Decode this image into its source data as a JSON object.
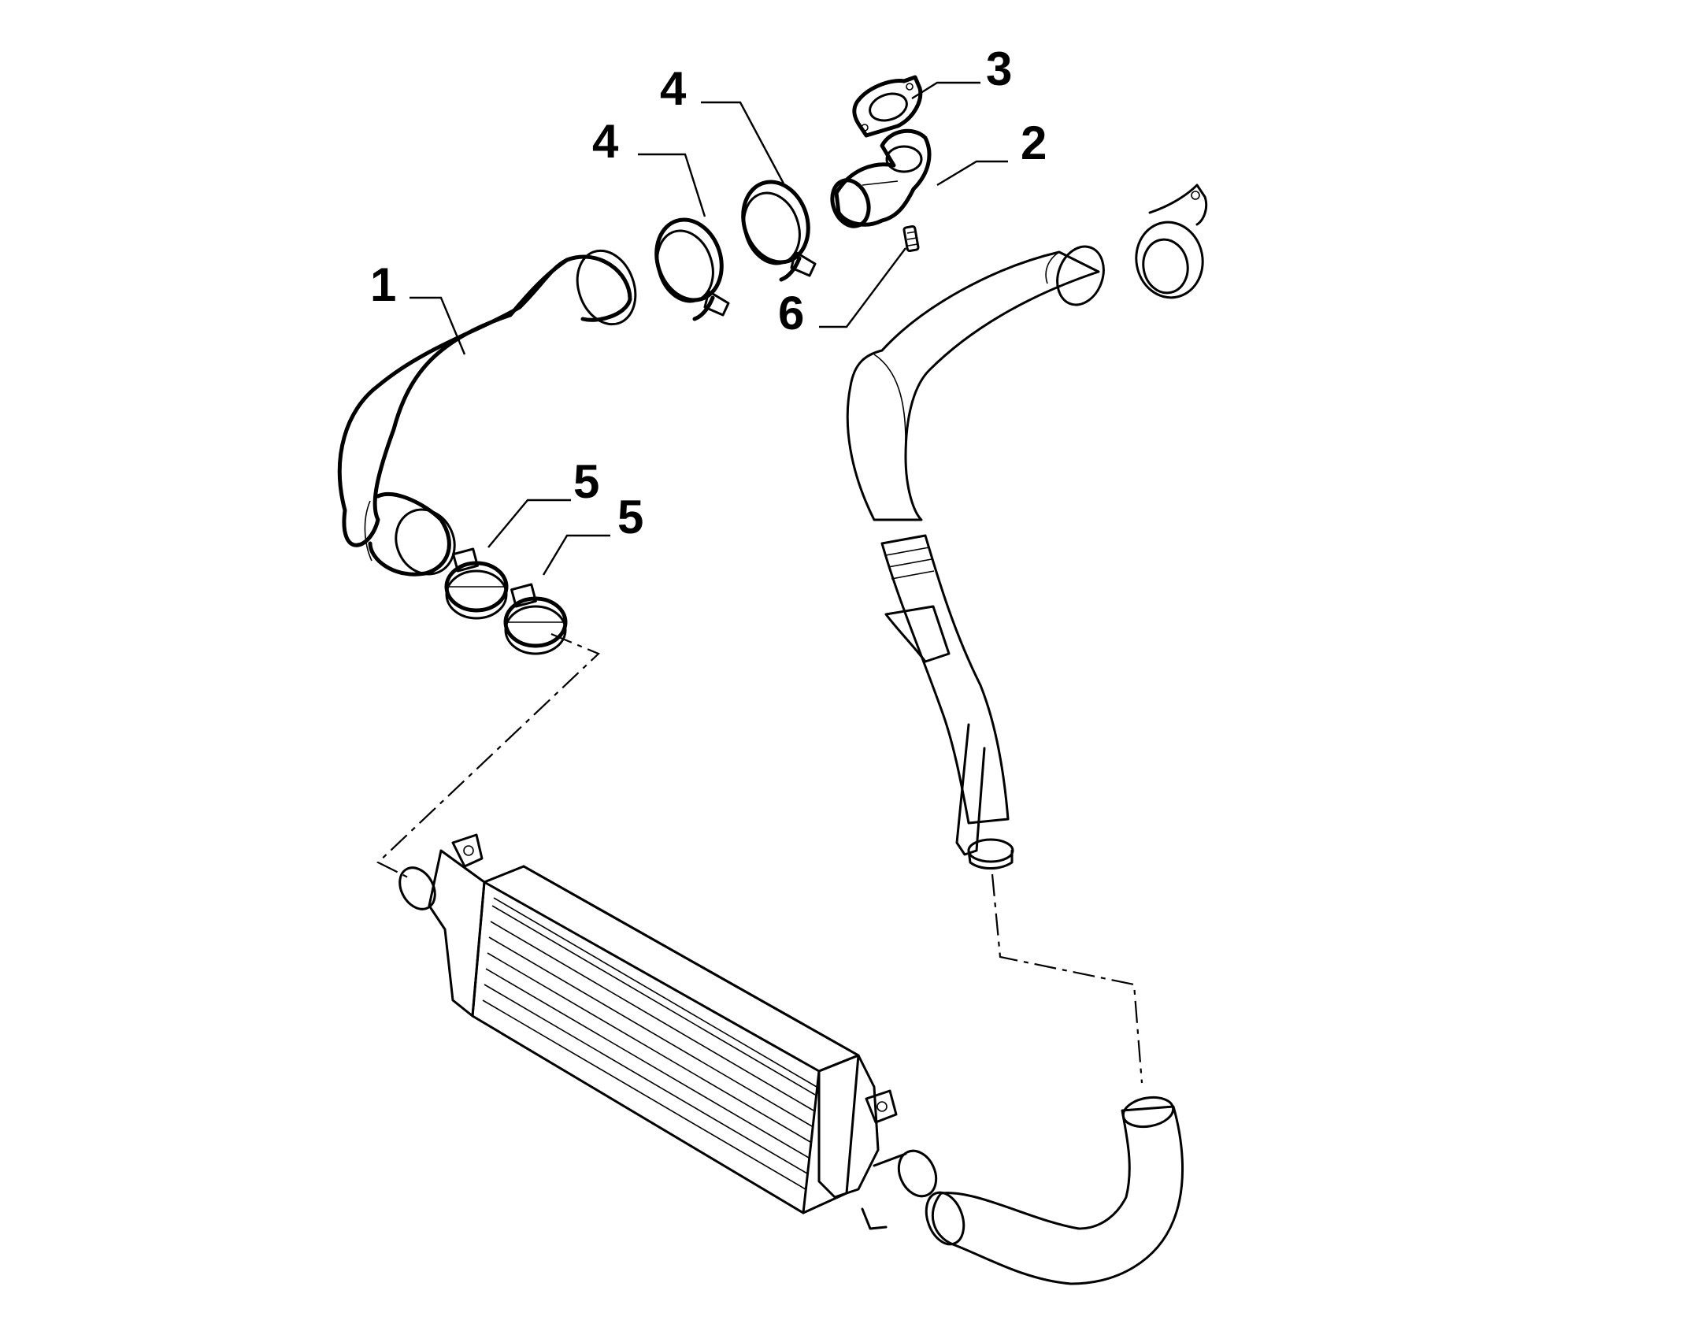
{
  "callouts": {
    "hose_upper": "1",
    "elbow_fitting": "2",
    "gasket": "3",
    "clamp_a": "4",
    "clamp_b": "4",
    "clamp_c": "5",
    "clamp_d": "5",
    "screw": "6"
  }
}
